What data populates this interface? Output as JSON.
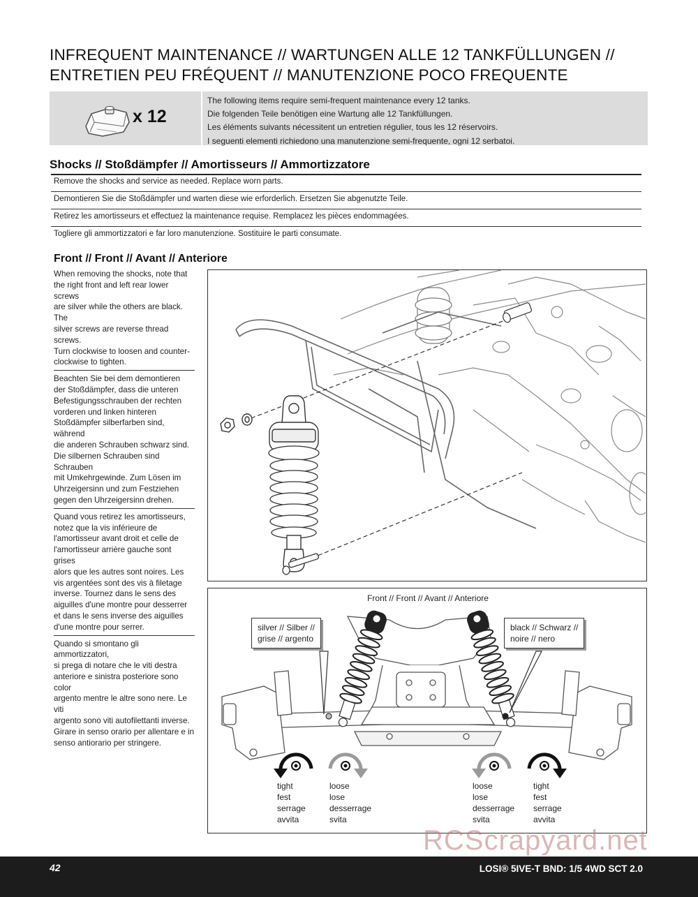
{
  "title": {
    "line1": "INFREQUENT MAINTENANCE // WARTUNGEN ALLE 12 TANKFÜLLUNGEN //",
    "line2": "ENTRETIEN PEU FRÉQUENT // MANUTENZIONE POCO FREQUENTE"
  },
  "interval": {
    "icon": "fuel-tank-icon",
    "count": "x 12",
    "lines": [
      "The following items require semi-frequent maintenance every 12 tanks.",
      "Die folgenden Teile benötigen eine Wartung alle 12 Tankfüllungen.",
      "Les éléments suivants nécessitent un entretien régulier, tous les 12 réservoirs.",
      "I seguenti elementi richiedono una manutenzione semi-frequente, ogni 12 serbatoi."
    ]
  },
  "shocks": {
    "heading": "Shocks // Stoßdämpfer // Amortisseurs // Ammortizzatore",
    "rows": [
      "Remove the shocks and service as needed. Replace worn parts.",
      "Demontieren Sie die Stoßdämpfer und warten diese wie erforderlich. Ersetzen Sie abgenutzte Teile.",
      "Retirez les amortisseurs et effectuez la maintenance requise. Remplacez les pièces endommagées.",
      "Togliere gli ammortizzatori e far loro manutenzione. Sostituire le parti consumate."
    ]
  },
  "front": {
    "heading": "Front // Front // Avant // Anteriore",
    "paragraphs": [
      [
        "When removing the shocks, note that",
        "the right front and left rear lower screws",
        "are silver while the others are black. The",
        "silver screws are reverse thread screws.",
        "Turn clockwise to loosen and counter-",
        "clockwise to tighten."
      ],
      [
        "Beachten Sie bei dem demontieren",
        "der Stoßdämpfer, dass die unteren",
        "Befestigungsschrauben der rechten",
        "vorderen und linken hinteren",
        "Stoßdämpfer silberfarben sind, während",
        "die anderen Schrauben schwarz sind.",
        "Die silbernen Schrauben sind Schrauben",
        "mit Umkehrgewinde. Zum Lösen im",
        "Uhrzeigersinn und zum Festziehen",
        "gegen den Uhrzeigersinn drehen."
      ],
      [
        "Quand vous retirez les amortisseurs,",
        "notez que la vis inférieure de",
        "l'amortisseur avant droit et celle de",
        "l'amortisseur arrière gauche sont grises",
        "alors que les autres sont noires. Les",
        "vis argentées sont des vis à filetage",
        "inverse. Tournez dans le sens des",
        "aiguilles d'une montre pour desserrer",
        "et dans le sens inverse des aiguilles",
        "d'une montre pour serrer."
      ],
      [
        "Quando si smontano gli ammortizzatori,",
        "si prega di notare che le viti destra",
        "anteriore e sinistra posteriore sono color",
        "argento mentre le altre sono nere. Le viti",
        "argento sono viti autofilettanti inverse.",
        "Girare in senso orario per allentare e in",
        "senso antiorario per stringere."
      ]
    ]
  },
  "figure2": {
    "title": "Front // Front // Avant // Anteriore",
    "callout_silver": [
      "silver // Silber //",
      "grise // argento"
    ],
    "callout_black": [
      "black // Schwarz //",
      "noire // nero"
    ],
    "rotations": [
      {
        "lines": [
          "tight",
          "fest",
          "serrage",
          "avvita"
        ],
        "color": "#111111",
        "direction": "counterclockwise"
      },
      {
        "lines": [
          "loose",
          "lose",
          "desserrage",
          "svita"
        ],
        "color": "#9a9a9a",
        "direction": "clockwise"
      },
      {
        "lines": [
          "loose",
          "lose",
          "desserrage",
          "svita"
        ],
        "color": "#9a9a9a",
        "direction": "counterclockwise"
      },
      {
        "lines": [
          "tight",
          "fest",
          "serrage",
          "avvita"
        ],
        "color": "#111111",
        "direction": "clockwise"
      }
    ]
  },
  "watermark": "RCScrapyard.net",
  "footer": {
    "page": "42",
    "product": "LOSI® 5IVE-T BND: 1/5 4WD SCT 2.0"
  }
}
